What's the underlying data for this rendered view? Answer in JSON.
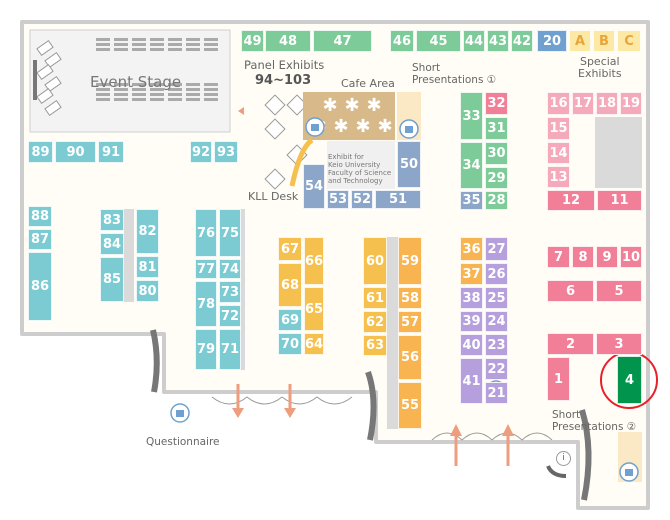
{
  "labels": {
    "event_stage": "Event Stage",
    "panel_exhibits": "Panel Exhibits",
    "panel_range": "94~103",
    "cafe_area": "Cafe Area",
    "short_presentations_1": "Short\nPresentations ①",
    "special_exhibits": "Special\nExhibits",
    "kll_desk": "KLL Desk",
    "exhibit_keio": "Exhibit for\nKeio University\nFaculty of Science\nand Technology",
    "questionnaire": "Questionnaire",
    "short_presentations_2": "Short\nPresentations ②",
    "info_symbol": "i"
  },
  "colors": {
    "green": "#7ccb98",
    "blue": "#6fa0cf",
    "yellow_booth": "#f6c04f",
    "special_yellow": "#fde9a6",
    "pink": "#f27f98",
    "light_pink": "#f5aabb",
    "teal": "#7ccbd3",
    "light_teal": "#a5dfe1",
    "orange": "#f8b451",
    "light_orange": "#fad08a",
    "purple": "#b69fdd",
    "gray_blue": "#8ba6c8",
    "cafe_tan": "#d8b98a",
    "highlight_green": "#00944c",
    "highlight_ring": "#e8202a",
    "arrow": "#ee9d7e",
    "wall": "#cdcdcd"
  },
  "booths": [
    {
      "id": "49",
      "color": "green"
    },
    {
      "id": "48",
      "color": "green"
    },
    {
      "id": "47",
      "color": "green"
    },
    {
      "id": "46",
      "color": "green"
    },
    {
      "id": "45",
      "color": "green"
    },
    {
      "id": "44",
      "color": "green"
    },
    {
      "id": "43",
      "color": "green"
    },
    {
      "id": "42",
      "color": "green"
    },
    {
      "id": "20",
      "color": "blue"
    },
    {
      "id": "A",
      "color": "special_yellow"
    },
    {
      "id": "B",
      "color": "special_yellow"
    },
    {
      "id": "C",
      "color": "special_yellow"
    },
    {
      "id": "89",
      "color": "teal"
    },
    {
      "id": "90",
      "color": "teal"
    },
    {
      "id": "91",
      "color": "teal"
    },
    {
      "id": "92",
      "color": "teal"
    },
    {
      "id": "93",
      "color": "teal"
    },
    {
      "id": "50",
      "color": "gray_blue"
    },
    {
      "id": "54",
      "color": "gray_blue"
    },
    {
      "id": "53",
      "color": "gray_blue"
    },
    {
      "id": "52",
      "color": "gray_blue"
    },
    {
      "id": "51",
      "color": "gray_blue"
    },
    {
      "id": "33",
      "color": "green"
    },
    {
      "id": "34",
      "color": "green"
    },
    {
      "id": "35",
      "color": "gray_blue"
    },
    {
      "id": "32",
      "color": "pink"
    },
    {
      "id": "31",
      "color": "green"
    },
    {
      "id": "30",
      "color": "green"
    },
    {
      "id": "29",
      "color": "green"
    },
    {
      "id": "28",
      "color": "green"
    },
    {
      "id": "16",
      "color": "light_pink"
    },
    {
      "id": "17",
      "color": "light_pink"
    },
    {
      "id": "18",
      "color": "light_pink"
    },
    {
      "id": "19",
      "color": "light_pink"
    },
    {
      "id": "15",
      "color": "light_pink"
    },
    {
      "id": "14",
      "color": "light_pink"
    },
    {
      "id": "13",
      "color": "light_pink"
    },
    {
      "id": "12",
      "color": "pink"
    },
    {
      "id": "11",
      "color": "pink"
    },
    {
      "id": "88",
      "color": "teal"
    },
    {
      "id": "87",
      "color": "teal"
    },
    {
      "id": "86",
      "color": "teal"
    },
    {
      "id": "83",
      "color": "teal"
    },
    {
      "id": "84",
      "color": "teal"
    },
    {
      "id": "85",
      "color": "teal"
    },
    {
      "id": "82",
      "color": "teal"
    },
    {
      "id": "81",
      "color": "teal"
    },
    {
      "id": "80",
      "color": "teal"
    },
    {
      "id": "76",
      "color": "teal"
    },
    {
      "id": "75",
      "color": "teal"
    },
    {
      "id": "77",
      "color": "teal"
    },
    {
      "id": "74",
      "color": "teal"
    },
    {
      "id": "73",
      "color": "teal"
    },
    {
      "id": "78",
      "color": "teal"
    },
    {
      "id": "72",
      "color": "teal"
    },
    {
      "id": "79",
      "color": "teal"
    },
    {
      "id": "71",
      "color": "teal"
    },
    {
      "id": "67",
      "color": "yellow_booth"
    },
    {
      "id": "66",
      "color": "yellow_booth"
    },
    {
      "id": "68",
      "color": "yellow_booth"
    },
    {
      "id": "65",
      "color": "yellow_booth"
    },
    {
      "id": "69",
      "color": "teal"
    },
    {
      "id": "70",
      "color": "teal"
    },
    {
      "id": "64",
      "color": "yellow_booth"
    },
    {
      "id": "60",
      "color": "yellow_booth"
    },
    {
      "id": "61",
      "color": "yellow_booth"
    },
    {
      "id": "62",
      "color": "yellow_booth"
    },
    {
      "id": "63",
      "color": "yellow_booth"
    },
    {
      "id": "59",
      "color": "orange"
    },
    {
      "id": "58",
      "color": "orange"
    },
    {
      "id": "57",
      "color": "orange"
    },
    {
      "id": "56",
      "color": "orange"
    },
    {
      "id": "55",
      "color": "orange"
    },
    {
      "id": "36",
      "color": "orange"
    },
    {
      "id": "37",
      "color": "orange"
    },
    {
      "id": "38",
      "color": "purple"
    },
    {
      "id": "39",
      "color": "purple"
    },
    {
      "id": "40",
      "color": "purple"
    },
    {
      "id": "41",
      "color": "purple"
    },
    {
      "id": "27",
      "color": "purple"
    },
    {
      "id": "26",
      "color": "purple"
    },
    {
      "id": "25",
      "color": "purple"
    },
    {
      "id": "24",
      "color": "purple"
    },
    {
      "id": "23",
      "color": "purple"
    },
    {
      "id": "22",
      "color": "purple"
    },
    {
      "id": "21",
      "color": "purple"
    },
    {
      "id": "7",
      "color": "pink"
    },
    {
      "id": "8",
      "color": "pink"
    },
    {
      "id": "9",
      "color": "pink"
    },
    {
      "id": "10",
      "color": "pink"
    },
    {
      "id": "6",
      "color": "pink"
    },
    {
      "id": "5",
      "color": "pink"
    },
    {
      "id": "2",
      "color": "pink"
    },
    {
      "id": "3",
      "color": "pink"
    },
    {
      "id": "1",
      "color": "pink"
    },
    {
      "id": "4",
      "color": "highlight_green"
    }
  ],
  "highlight": {
    "booth": "4"
  }
}
